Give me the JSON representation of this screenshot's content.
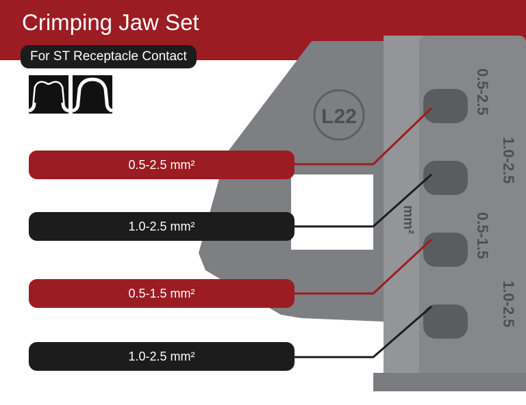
{
  "header": {
    "title": "Crimping Jaw Set",
    "subtitle": "For ST Receptacle Contact"
  },
  "profile_icons": [
    "crimp-profile-double-lobe-icon",
    "crimp-profile-single-dome-icon"
  ],
  "jaw_markings": {
    "model": "L22",
    "unit": "mm²",
    "sizes": [
      "0.5-2.5",
      "1.0-2.5",
      "0.5-1.5",
      "1.0-2.5"
    ]
  },
  "labels": [
    {
      "text": "0.5-2.5 mm²",
      "color": "#9b1c22"
    },
    {
      "text": "1.0-2.5 mm²",
      "color": "#1c1c1c"
    },
    {
      "text": "0.5-1.5 mm²",
      "color": "#9b1c22"
    },
    {
      "text": "1.0-2.5 mm²",
      "color": "#1c1c1c"
    }
  ],
  "colors": {
    "brand_red": "#9b1c22",
    "dark": "#1c1c1c",
    "steel": "#8a8c8f"
  }
}
